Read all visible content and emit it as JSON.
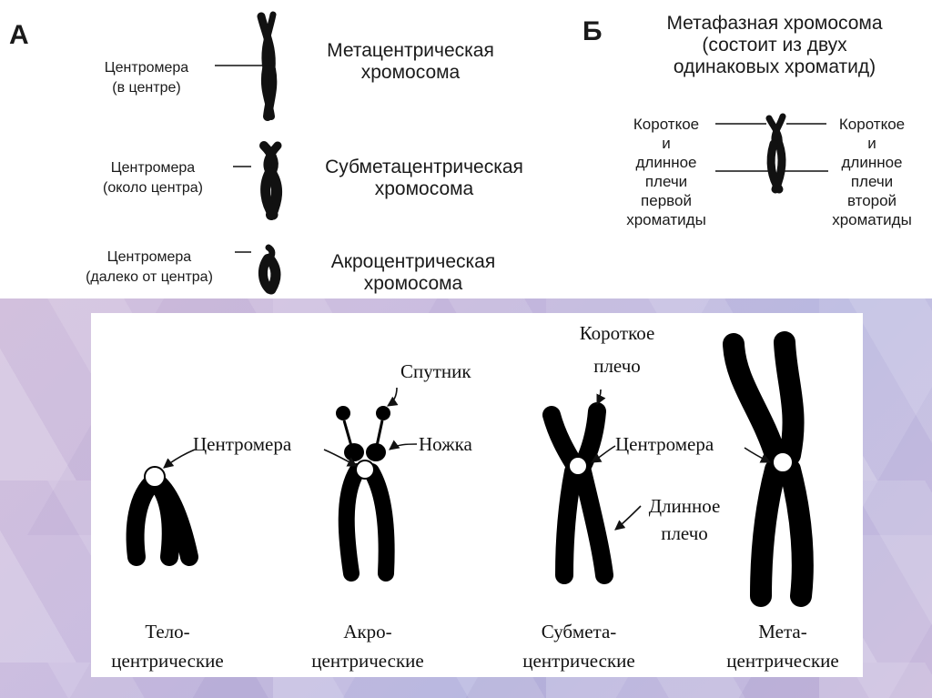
{
  "panel_a": {
    "letter": "А",
    "rows": [
      {
        "left_line1": "Центромера",
        "left_line2": "(в центре)",
        "right_line1": "Метацентрическая",
        "right_line2": "хромосома"
      },
      {
        "left_line1": "Центромера",
        "left_line2": "(около центра)",
        "right_line1": "Субметацентрическая",
        "right_line2": "хромосома"
      },
      {
        "left_line1": "Центромера",
        "left_line2": "(далеко от центра)",
        "right_line1": "Акроцентрическая",
        "right_line2": "хромосома"
      }
    ]
  },
  "panel_b": {
    "letter": "Б",
    "title_lines": [
      "Метафазная хромосома",
      "(состоит из двух",
      "одинаковых хроматид)"
    ],
    "left_label": [
      "Короткое",
      "и",
      "длинное",
      "плечи",
      "первой",
      "хроматиды"
    ],
    "right_label": [
      "Короткое",
      "и",
      "длинное",
      "плечи",
      "второй",
      "хроматиды"
    ]
  },
  "bottom": {
    "labels": {
      "centromere_1": "Центромера",
      "satellite": "Спутник",
      "stalk": "Ножка",
      "short_arm_1": "Короткое",
      "short_arm_2": "плечо",
      "centromere_2": "Центромера",
      "long_arm_1": "Длинное",
      "long_arm_2": "плечо"
    },
    "captions": [
      {
        "line1": "Тело-",
        "line2": "центрические"
      },
      {
        "line1": "Акро-",
        "line2": "центрические"
      },
      {
        "line1": "Субмета-",
        "line2": "центрические"
      },
      {
        "line1": "Мета-",
        "line2": "центрические"
      }
    ]
  }
}
